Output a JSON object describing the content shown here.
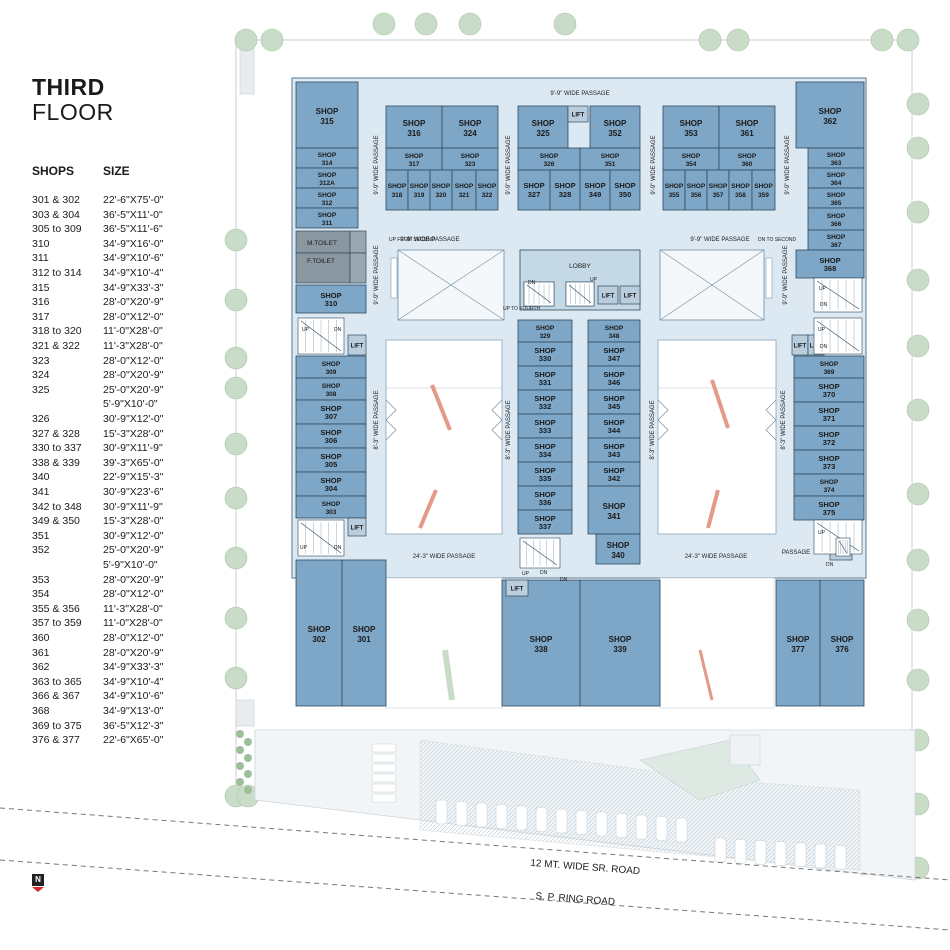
{
  "title": {
    "line1": "THIRD",
    "line2": "FLOOR"
  },
  "table": {
    "headers": [
      "SHOPS",
      "SIZE"
    ],
    "rows": [
      [
        "301 & 302",
        "22'-6\"X75'-0\""
      ],
      [
        "303 & 304",
        "36'-5\"X11'-0\""
      ],
      [
        "305 to 309",
        "36'-5\"X11'-6\""
      ],
      [
        "310",
        "34'-9\"X16'-0\""
      ],
      [
        "311",
        "34'-9\"X10'-6\""
      ],
      [
        "312 to 314",
        "34'-9\"X10'-4\""
      ],
      [
        "315",
        "34'-9\"X33'-3\""
      ],
      [
        "316",
        "28'-0\"X20'-9\""
      ],
      [
        "317",
        "28'-0\"X12'-0\""
      ],
      [
        "318 to 320",
        "11'-0\"X28'-0\""
      ],
      [
        "321 & 322",
        "11'-3\"X28'-0\""
      ],
      [
        "323",
        "28'-0\"X12'-0\""
      ],
      [
        "324",
        "28'-0\"X20'-9\""
      ],
      [
        "325",
        "25'-0\"X20'-9\""
      ],
      [
        "",
        "5'-9\"X10'-0\""
      ],
      [
        "326",
        "30'-9\"X12'-0\""
      ],
      [
        "327 & 328",
        "15'-3\"X28'-0\""
      ],
      [
        "330 to 337",
        "30'-9\"X11'-9\""
      ],
      [
        "338 & 339",
        "39'-3\"X65'-0\""
      ],
      [
        "340",
        "22'-9\"X15'-3\""
      ],
      [
        "341",
        "30'-9\"X23'-6\""
      ],
      [
        "342 to 348",
        "30'-9\"X11'-9\""
      ],
      [
        "349 & 350",
        "15'-3\"X28'-0\""
      ],
      [
        "351",
        "30'-9\"X12'-0\""
      ],
      [
        "352",
        "25'-0\"X20'-9\""
      ],
      [
        "",
        "5'-9\"X10'-0\""
      ],
      [
        "353",
        "28'-0\"X20'-9\""
      ],
      [
        "354",
        "28'-0\"X12'-0\""
      ],
      [
        "355 & 356",
        "11'-3\"X28'-0\""
      ],
      [
        "357 to 359",
        "11'-0\"X28'-0\""
      ],
      [
        "360",
        "28'-0\"X12'-0\""
      ],
      [
        "361",
        "28'-0\"X20'-9\""
      ],
      [
        "362",
        "34'-9\"X33'-3\""
      ],
      [
        "363 to 365",
        "34'-9\"X10'-4\""
      ],
      [
        "366 & 367",
        "34'-9\"X10'-6\""
      ],
      [
        "368",
        "34'-9\"X13'-0\""
      ],
      [
        "369 to 375",
        "36'-5\"X12'-3\""
      ],
      [
        "376 & 377",
        "22'-6\"X65'-0\""
      ]
    ]
  },
  "labels": {
    "shop_word": "SHOP",
    "m_toilet": "M.TOILET",
    "f_toilet": "F.TOILET",
    "lift": "LIFT",
    "lobby": "LOBBY",
    "up": "UP",
    "dn": "DN",
    "up_from_second": "UP FROM SECOND",
    "dn_to_second": "DN TO SECOND",
    "up_to_fourth": "UP TO FOURTH",
    "passage": "PASSAGE",
    "passage_9_9": "9'-9\" WIDE PASSAGE",
    "passage_8_3": "8'-3\" WIDE PASSAGE",
    "passage_24_3": "24'-3\" WIDE PASSAGE",
    "road_sr": "12 MT. WIDE SR. ROAD",
    "road_ring": "S. P. RING ROAD",
    "north": "N"
  },
  "colors": {
    "shop_fill": "#7ea6c6",
    "shop_stroke": "#2f4a60",
    "passage_fill": "#dce9f2",
    "building_outline": "#6f8da5",
    "toilet_fill": "#8a96a0",
    "tree_fill": "#c9dcc7",
    "north_accent": "#d62a2a"
  },
  "shops": {
    "s301": "301",
    "s302": "302",
    "s303": "303",
    "s304": "304",
    "s305": "305",
    "s306": "306",
    "s307": "307",
    "s308": "308",
    "s309": "309",
    "s310": "310",
    "s311": "311",
    "s312": "312",
    "s312a": "312A",
    "s314": "314",
    "s315": "315",
    "s316": "316",
    "s317": "317",
    "s318": "318",
    "s319": "319",
    "s320": "320",
    "s321": "321",
    "s322": "322",
    "s323": "323",
    "s324": "324",
    "s325": "325",
    "s326": "326",
    "s327": "327",
    "s328": "328",
    "s329": "329",
    "s330": "330",
    "s331": "331",
    "s332": "332",
    "s333": "333",
    "s334": "334",
    "s335": "335",
    "s336": "336",
    "s337": "337",
    "s338": "338",
    "s339": "339",
    "s340": "340",
    "s341": "341",
    "s342": "342",
    "s343": "343",
    "s344": "344",
    "s345": "345",
    "s346": "346",
    "s347": "347",
    "s348": "348",
    "s349": "349",
    "s350": "350",
    "s351": "351",
    "s352": "352",
    "s353": "353",
    "s354": "354",
    "s355": "355",
    "s356": "356",
    "s357": "357",
    "s358": "358",
    "s359": "359",
    "s360": "360",
    "s361": "361",
    "s362": "362",
    "s363": "363",
    "s364": "364",
    "s365": "365",
    "s366": "366",
    "s367": "367",
    "s368": "368",
    "s369": "369",
    "s370": "370",
    "s371": "371",
    "s372": "372",
    "s373": "373",
    "s374": "374",
    "s375": "375",
    "s376": "376",
    "s377": "377"
  }
}
